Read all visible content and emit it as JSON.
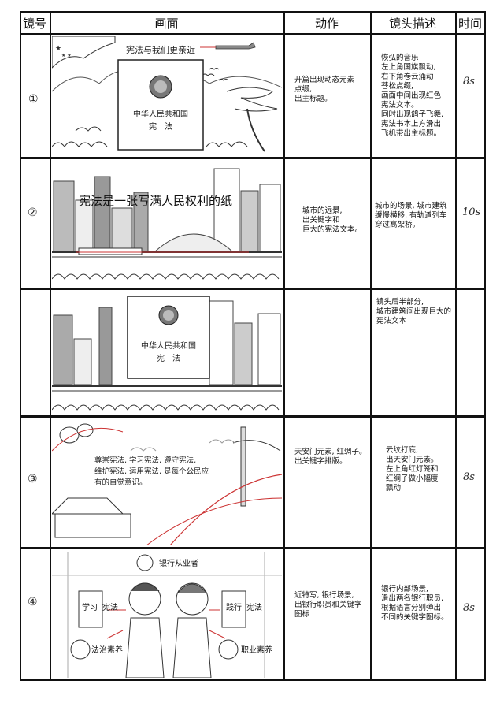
{
  "headers": {
    "shot": "镜号",
    "picture": "画面",
    "action": "动作",
    "description": "镜头描述",
    "time": "时间"
  },
  "rows": [
    {
      "num": "①",
      "time": "8s",
      "pic_title": "宪法与我们更亲近",
      "book_line1": "中华人民共和国",
      "book_line2": "宪　法",
      "action": "开篇出现动态元素\n点缀,\n出主标题。",
      "description": "恢弘的音乐\n左上角国旗飘动,\n右下角卷云涌动\n苍松点缀,\n画面中间出现红色\n宪法文本。\n同时出现鸽子飞舞,\n宪法书本上方滑出\n飞机带出主标题。"
    },
    {
      "num": "②",
      "time": "10s",
      "pic_title": "宪法是一张写满人民权利的纸",
      "action": "城市的远景,\n出关键字和\n巨大的宪法文本。",
      "description": "城市的场景, 城市建筑\n缓慢横移, 有轨道列车\n穿过高架桥。"
    },
    {
      "num": "",
      "time": "",
      "book_line1": "中华人民共和国",
      "book_line2": "宪　法",
      "action": "",
      "description": "镜头后半部分,\n城市建筑间出现巨大的\n宪法文本"
    },
    {
      "num": "③",
      "time": "8s",
      "pic_caption": "尊崇宪法, 学习宪法, 遵守宪法,\n维护宪法, 运用宪法, 是每个公民应\n有的自觉意识。",
      "action": "天安门元素, 红绸子。\n出关键字排版。",
      "description": "云纹打底,\n出天安门元素。\n左上角红灯笼和\n红绸子做小幅度\n飘动"
    },
    {
      "num": "④",
      "time": "8s",
      "tags": {
        "top": "银行从业者",
        "left_a": "学习",
        "left_b": "宪法",
        "right_a": "践行",
        "right_b": "宪法",
        "bottom_left": "法治素养",
        "bottom_right": "职业素养"
      },
      "action": "近特写, 银行场景,\n出银行职员和关键字\n图标",
      "description": "银行内部场景,\n滑出两名银行职员,\n根据语言分别弹出\n不同的关键字图标。"
    }
  ]
}
